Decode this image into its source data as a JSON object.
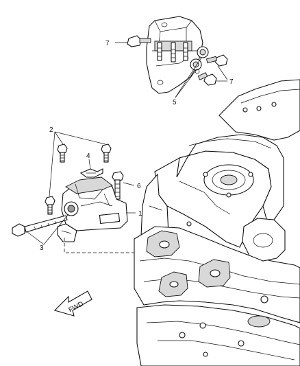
{
  "callouts": {
    "c1": "1",
    "c2": "2",
    "c3": "3",
    "c4": "4",
    "c5": "5",
    "c6": "6",
    "c7a": "7",
    "c7b": "7"
  },
  "fwd_arrow": {
    "label": "FWD"
  }
}
